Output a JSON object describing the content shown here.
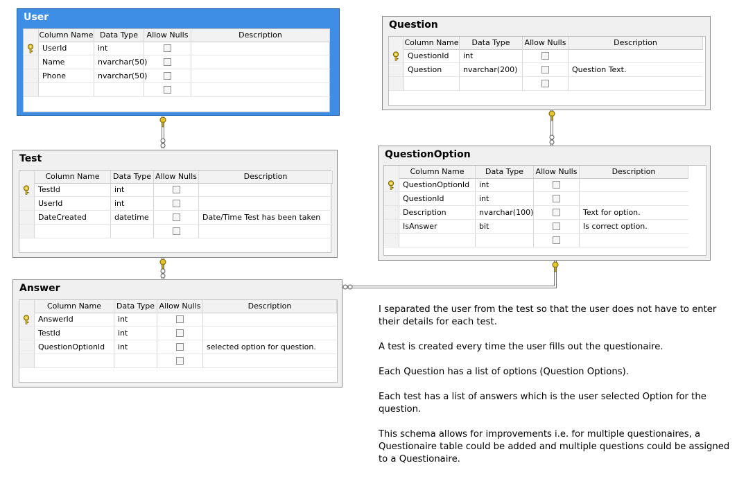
{
  "headers": {
    "column_name": "Column Name",
    "data_type": "Data Type",
    "allow_nulls": "Allow Nulls",
    "description": "Description"
  },
  "tables": {
    "user": {
      "title": "User",
      "selected": true,
      "rows": [
        {
          "name": "UserId",
          "type": "int",
          "desc": "",
          "pk": true
        },
        {
          "name": "Name",
          "type": "nvarchar(50)",
          "desc": "",
          "pk": false
        },
        {
          "name": "Phone",
          "type": "nvarchar(50)",
          "desc": "",
          "pk": false
        }
      ]
    },
    "test": {
      "title": "Test",
      "rows": [
        {
          "name": "TestId",
          "type": "int",
          "desc": "",
          "pk": true
        },
        {
          "name": "UserId",
          "type": "int",
          "desc": "",
          "pk": false
        },
        {
          "name": "DateCreated",
          "type": "datetime",
          "desc": "Date/Time Test has been taken",
          "pk": false
        }
      ]
    },
    "answer": {
      "title": "Answer",
      "rows": [
        {
          "name": "AnswerId",
          "type": "int",
          "desc": "",
          "pk": true
        },
        {
          "name": "TestId",
          "type": "int",
          "desc": "",
          "pk": false
        },
        {
          "name": "QuestionOptionId",
          "type": "int",
          "desc": "selected option for question.",
          "pk": false
        }
      ]
    },
    "question": {
      "title": "Question",
      "rows": [
        {
          "name": "QuestionId",
          "type": "int",
          "desc": "",
          "pk": true
        },
        {
          "name": "Question",
          "type": "nvarchar(200)",
          "desc": "Question Text.",
          "pk": false
        }
      ]
    },
    "question_option": {
      "title": "QuestionOption",
      "rows": [
        {
          "name": "QuestionOptionId",
          "type": "int",
          "desc": "",
          "pk": true
        },
        {
          "name": "QuestionId",
          "type": "int",
          "desc": "",
          "pk": false
        },
        {
          "name": "Description",
          "type": "nvarchar(100)",
          "desc": "Text for option.",
          "pk": false
        },
        {
          "name": "IsAnswer",
          "type": "bit",
          "desc": "Is correct option.",
          "pk": false
        }
      ]
    }
  },
  "notes": [
    "I separated the user from the test so that the user does not have to enter their details for each test.",
    "A test is created every time the user fills out the questionaire.",
    "Each Question has a list of options (Question Options).",
    "Each test has a list of answers which is the user selected Option for the question.",
    "This schema allows for improvements i.e. for multiple questionaires, a Questionaire table could be added and multiple questions could be assigned to a Questionaire."
  ],
  "colors": {
    "selected_table": "#3d8ee4",
    "table_background": "#f0f0f0",
    "key_icon": "#e8c62a",
    "connector": "#6f6f6f"
  },
  "icons": {
    "primary_key": "key-icon",
    "relationship_one_end": "key-icon",
    "relationship_many_end": "infinity-icon",
    "allow_nulls": "checkbox-icon"
  }
}
